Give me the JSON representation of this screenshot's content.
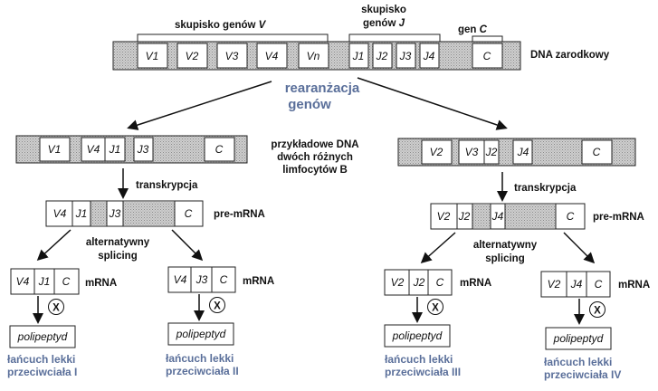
{
  "labels": {
    "cluster_v": "skupisko genów",
    "cluster_v_letter": "V",
    "cluster_j_line1": "skupisko",
    "cluster_j_line2": "genów",
    "cluster_j_letter": "J",
    "gene_c": "gen",
    "gene_c_letter": "C",
    "germline_dna": "DNA zarodkowy",
    "rearrangement_line1": "rearanżacja",
    "rearrangement_line2": "genów",
    "example_line1": "przykładowe DNA",
    "example_line2": "dwóch różnych",
    "example_line3": "limfocytów B",
    "transcription_left": "transkrypcja",
    "transcription_right": "transkrypcja",
    "premrna_left": "pre-mRNA",
    "premrna_right": "pre-mRNA",
    "splicing_left_line1": "alternatywny",
    "splicing_left_line2": "splicing",
    "splicing_right_line1": "alternatywny",
    "splicing_right_line2": "splicing",
    "mrna": "mRNA",
    "translation_mark": "X",
    "polypeptide": "polipeptyd"
  },
  "germline_segments": [
    "V1",
    "V2",
    "V3",
    "V4",
    "Vn",
    "J1",
    "J2",
    "J3",
    "J4",
    "C"
  ],
  "dna_left_segments": [
    "V1",
    "V4",
    "J1",
    "J3",
    "C"
  ],
  "dna_right_segments": [
    "V2",
    "V3",
    "J2",
    "J4",
    "C"
  ],
  "premrna_left_segments": [
    "V4",
    "J1",
    "J3",
    "C"
  ],
  "premrna_right_segments": [
    "V2",
    "J2",
    "J4",
    "C"
  ],
  "mrna": [
    {
      "segments": [
        "V4",
        "J1",
        "C"
      ],
      "chain_line1": "łańcuch lekki",
      "chain_line2": "przeciwciała I"
    },
    {
      "segments": [
        "V4",
        "J3",
        "C"
      ],
      "chain_line1": "łańcuch lekki",
      "chain_line2": "przeciwciała II"
    },
    {
      "segments": [
        "V2",
        "J2",
        "C"
      ],
      "chain_line1": "łańcuch lekki",
      "chain_line2": "przeciwciała III"
    },
    {
      "segments": [
        "V2",
        "J4",
        "C"
      ],
      "chain_line1": "łańcuch lekki",
      "chain_line2": "przeciwciała IV"
    }
  ],
  "colors": {
    "shade": "#c4c4c4",
    "accent_blue": "#5a6f9a"
  }
}
